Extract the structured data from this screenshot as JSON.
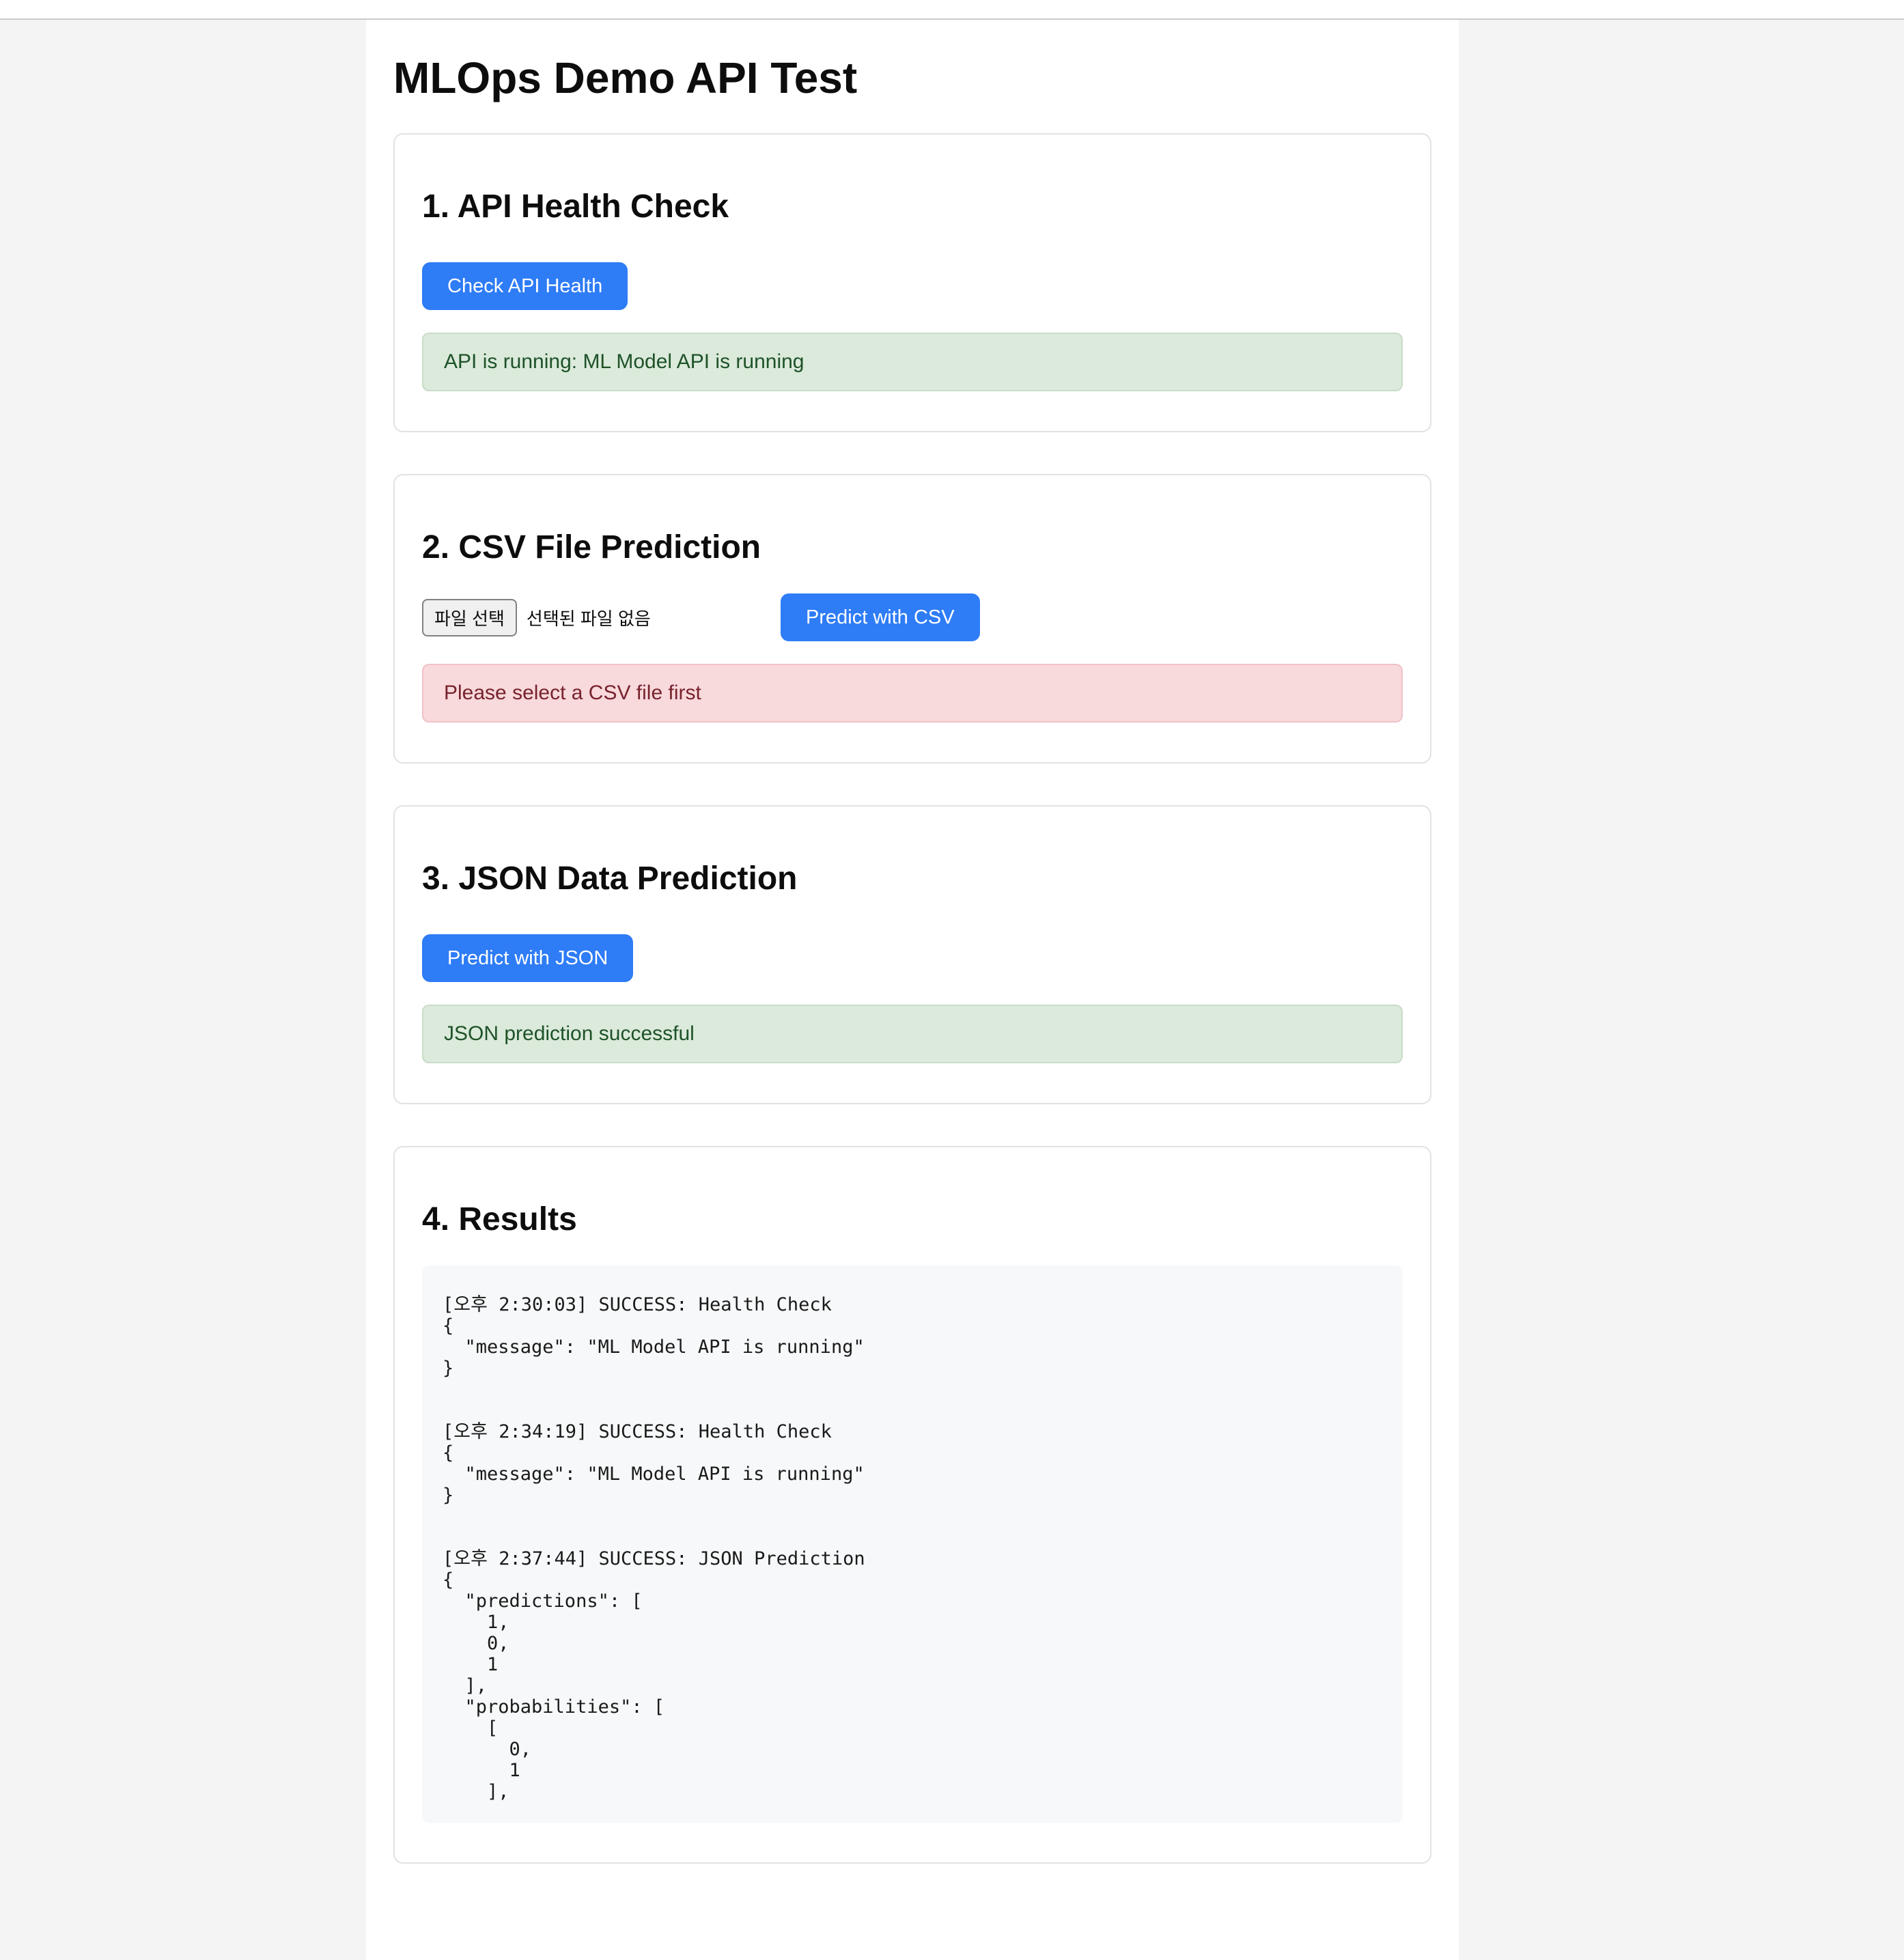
{
  "page": {
    "title": "MLOps Demo API Test"
  },
  "colors": {
    "accent_blue": "#2e7cf6",
    "success_bg": "#dbeadb",
    "success_text": "#1e5228",
    "error_bg": "#f8d9dc",
    "error_text": "#77222c",
    "page_bg": "#f4f4f4",
    "log_bg": "#f7f8f9"
  },
  "sections": {
    "health": {
      "heading": "1. API Health Check",
      "button_label": "Check API Health",
      "result_text": "API is running: ML Model API is running",
      "result_status": "success"
    },
    "csv": {
      "heading": "2. CSV File Prediction",
      "file_button_label": "파일 선택",
      "file_status_text": "선택된 파일 없음",
      "button_label": "Predict with CSV",
      "result_text": "Please select a CSV file first",
      "result_status": "error"
    },
    "json": {
      "heading": "3. JSON Data Prediction",
      "button_label": "Predict with JSON",
      "result_text": "JSON prediction successful",
      "result_status": "success"
    },
    "results": {
      "heading": "4. Results",
      "log_entries": [
        {
          "timestamp_display": "[오후 2:30:03]",
          "status": "SUCCESS",
          "action": "Health Check",
          "body_lines": [
            "{",
            "  \"message\": \"ML Model API is running\"",
            "}"
          ]
        },
        {
          "timestamp_display": "[오후 2:34:19]",
          "status": "SUCCESS",
          "action": "Health Check",
          "body_lines": [
            "{",
            "  \"message\": \"ML Model API is running\"",
            "}"
          ]
        },
        {
          "timestamp_display": "[오후 2:37:44]",
          "status": "SUCCESS",
          "action": "JSON Prediction",
          "body_lines": [
            "{",
            "  \"predictions\": [",
            "    1,",
            "    0,",
            "    1",
            "  ],",
            "  \"probabilities\": [",
            "    [",
            "      0,",
            "      1",
            "    ],"
          ]
        }
      ]
    }
  }
}
